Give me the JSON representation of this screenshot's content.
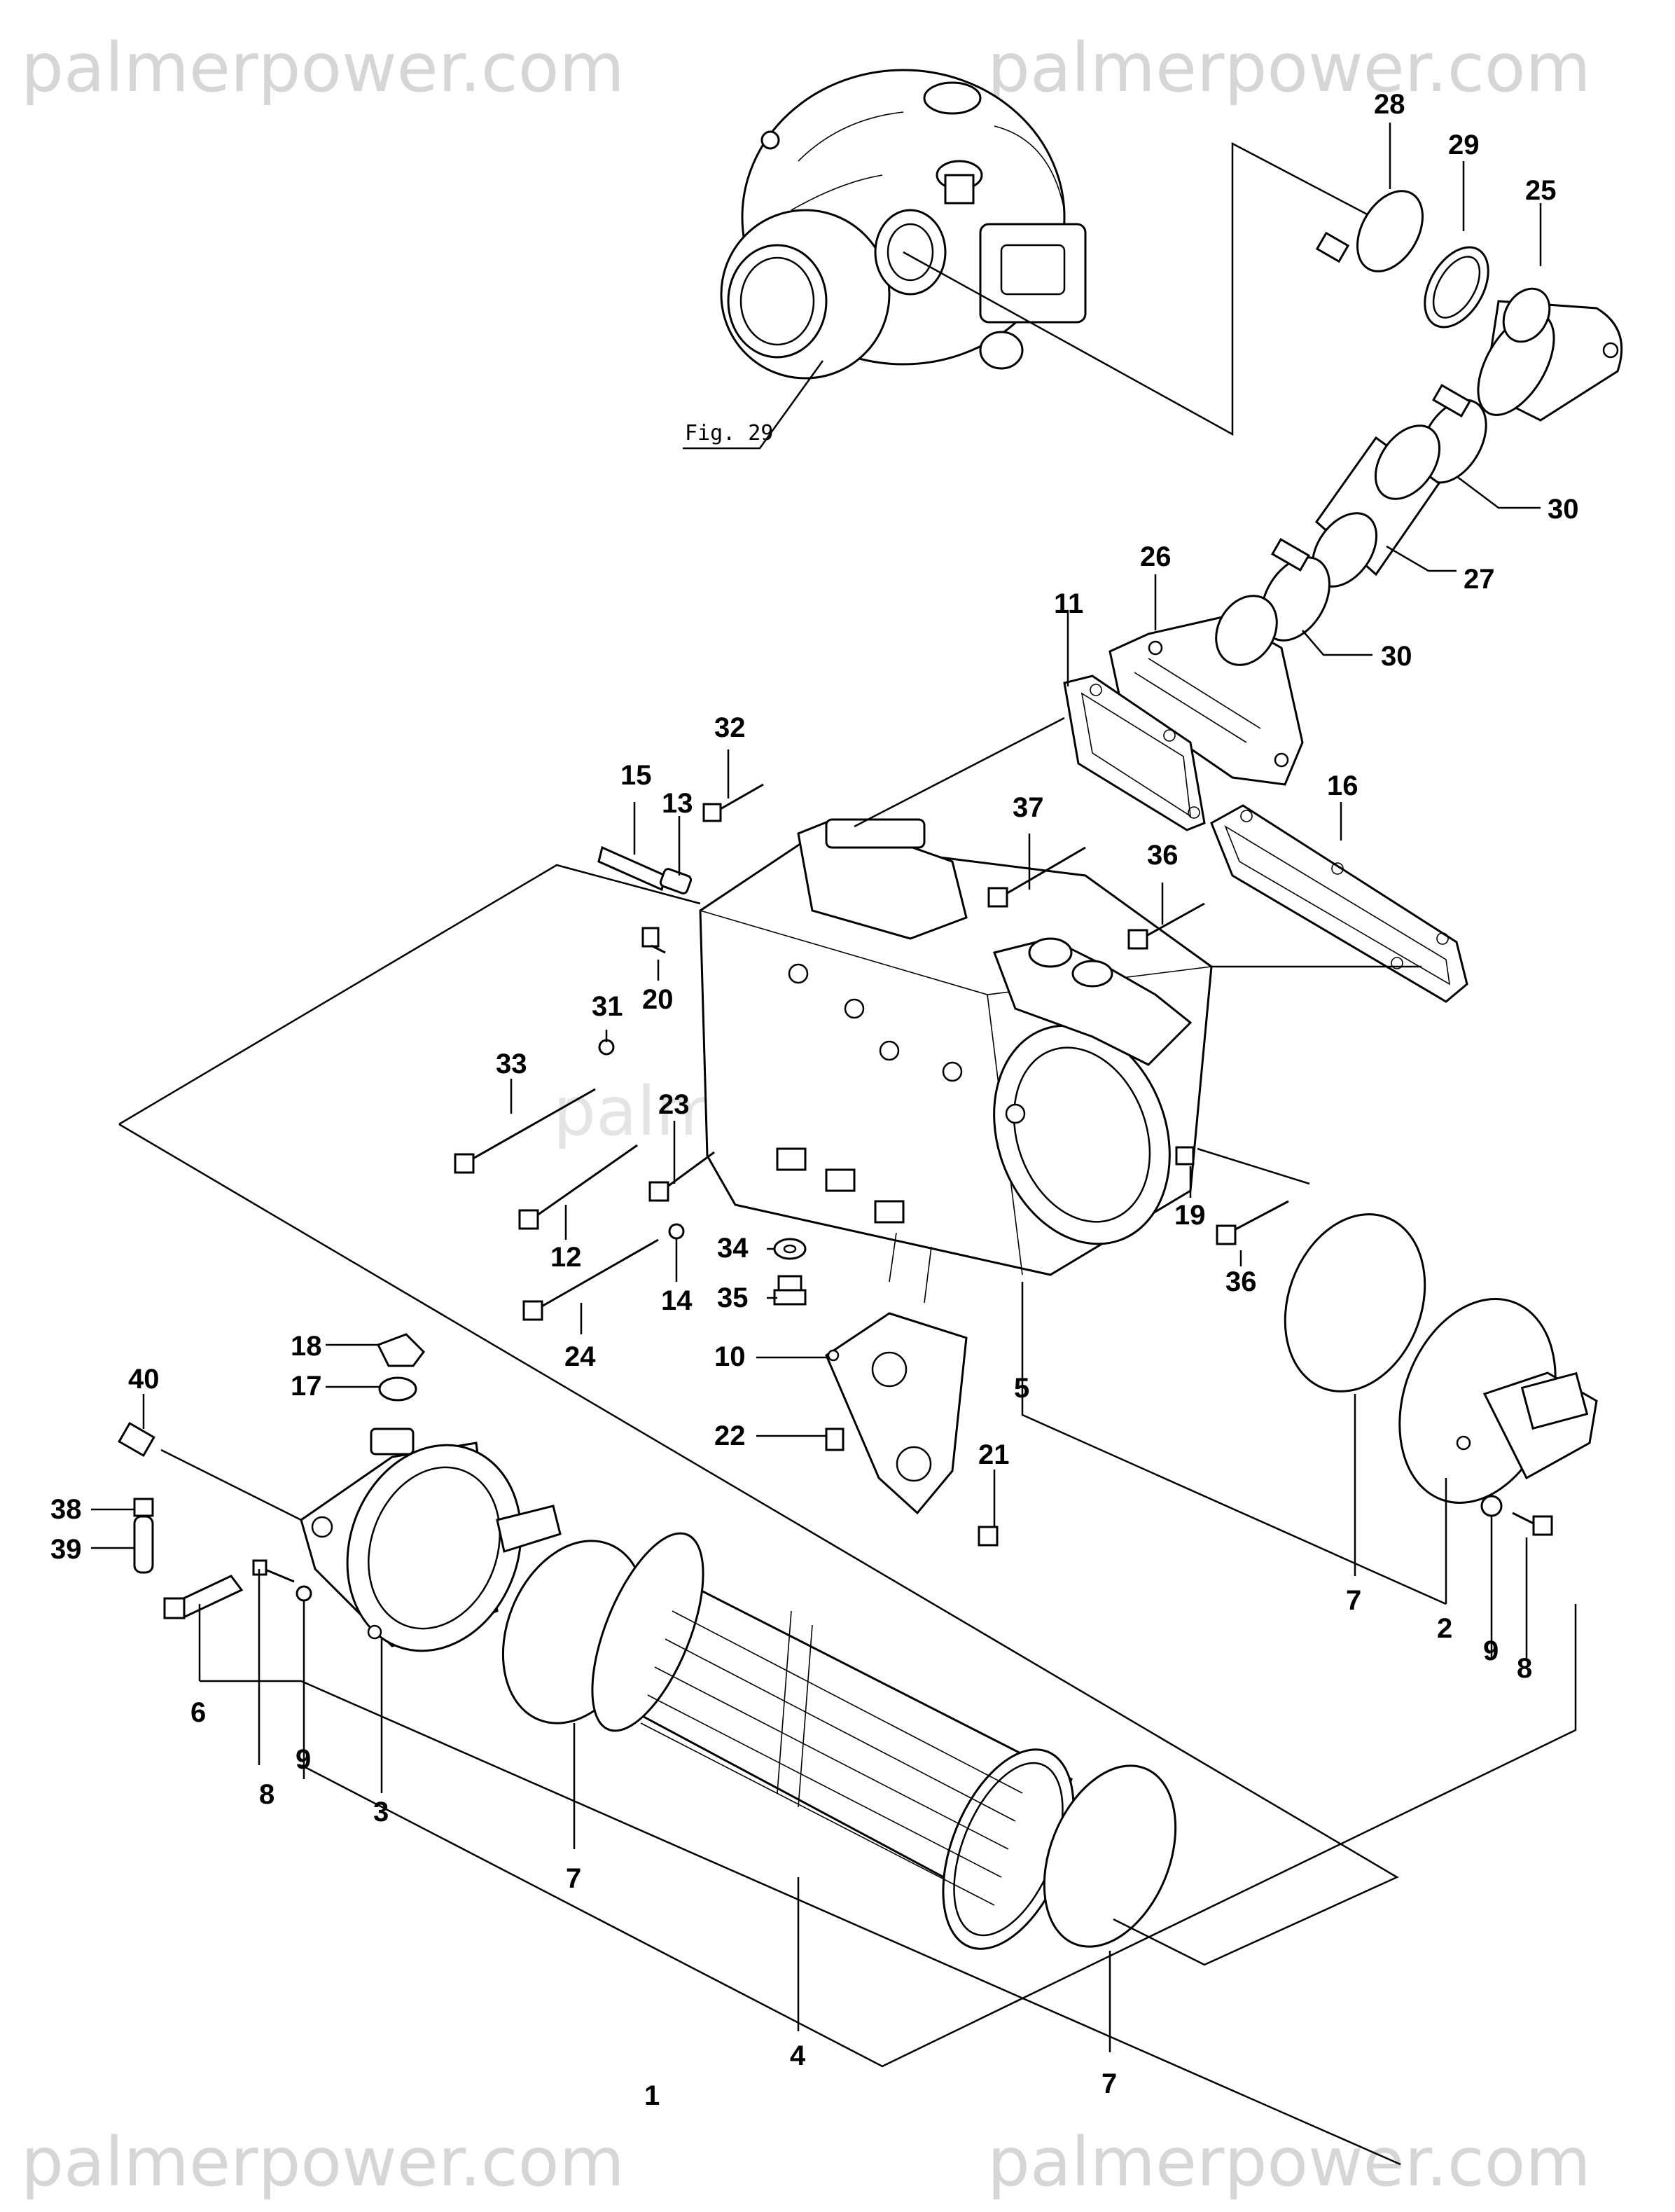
{
  "watermark": "palmerpower.com",
  "figure_reference": "Fig. 29",
  "callouts": [
    "1",
    "2",
    "3",
    "4",
    "5",
    "6",
    "7",
    "8",
    "9",
    "10",
    "11",
    "12",
    "13",
    "14",
    "15",
    "16",
    "17",
    "18",
    "19",
    "20",
    "21",
    "22",
    "23",
    "24",
    "25",
    "26",
    "27",
    "28",
    "29",
    "30",
    "31",
    "32",
    "33",
    "34",
    "35",
    "36",
    "37",
    "38",
    "39",
    "40"
  ]
}
